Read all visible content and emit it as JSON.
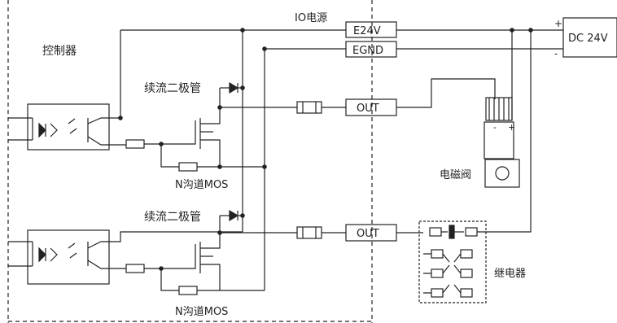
{
  "labels": {
    "controller": "控制器",
    "io_power": "IO电源",
    "e24v": "E24V",
    "egnd": "EGND",
    "dc24v": "DC 24V",
    "plus": "+",
    "minus": "-",
    "diode_top": "续流二极管",
    "diode_bottom": "续流二极管",
    "out_top": "OUT",
    "out_bottom": "OUT",
    "mos_top": "N沟道MOS",
    "mos_bottom": "N沟道MOS",
    "solenoid": "电磁阀",
    "relay": "继电器",
    "solenoid_minus": "-",
    "solenoid_plus": "+"
  }
}
